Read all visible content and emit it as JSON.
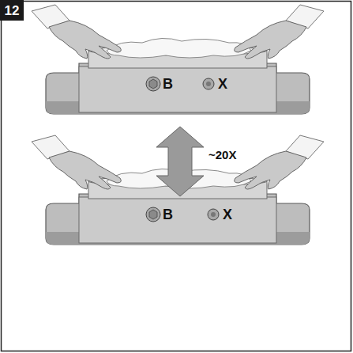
{
  "diagram": {
    "labels": [
      "12",
      "B",
      "X",
      "~20X",
      "B",
      "X"
    ]
  }
}
